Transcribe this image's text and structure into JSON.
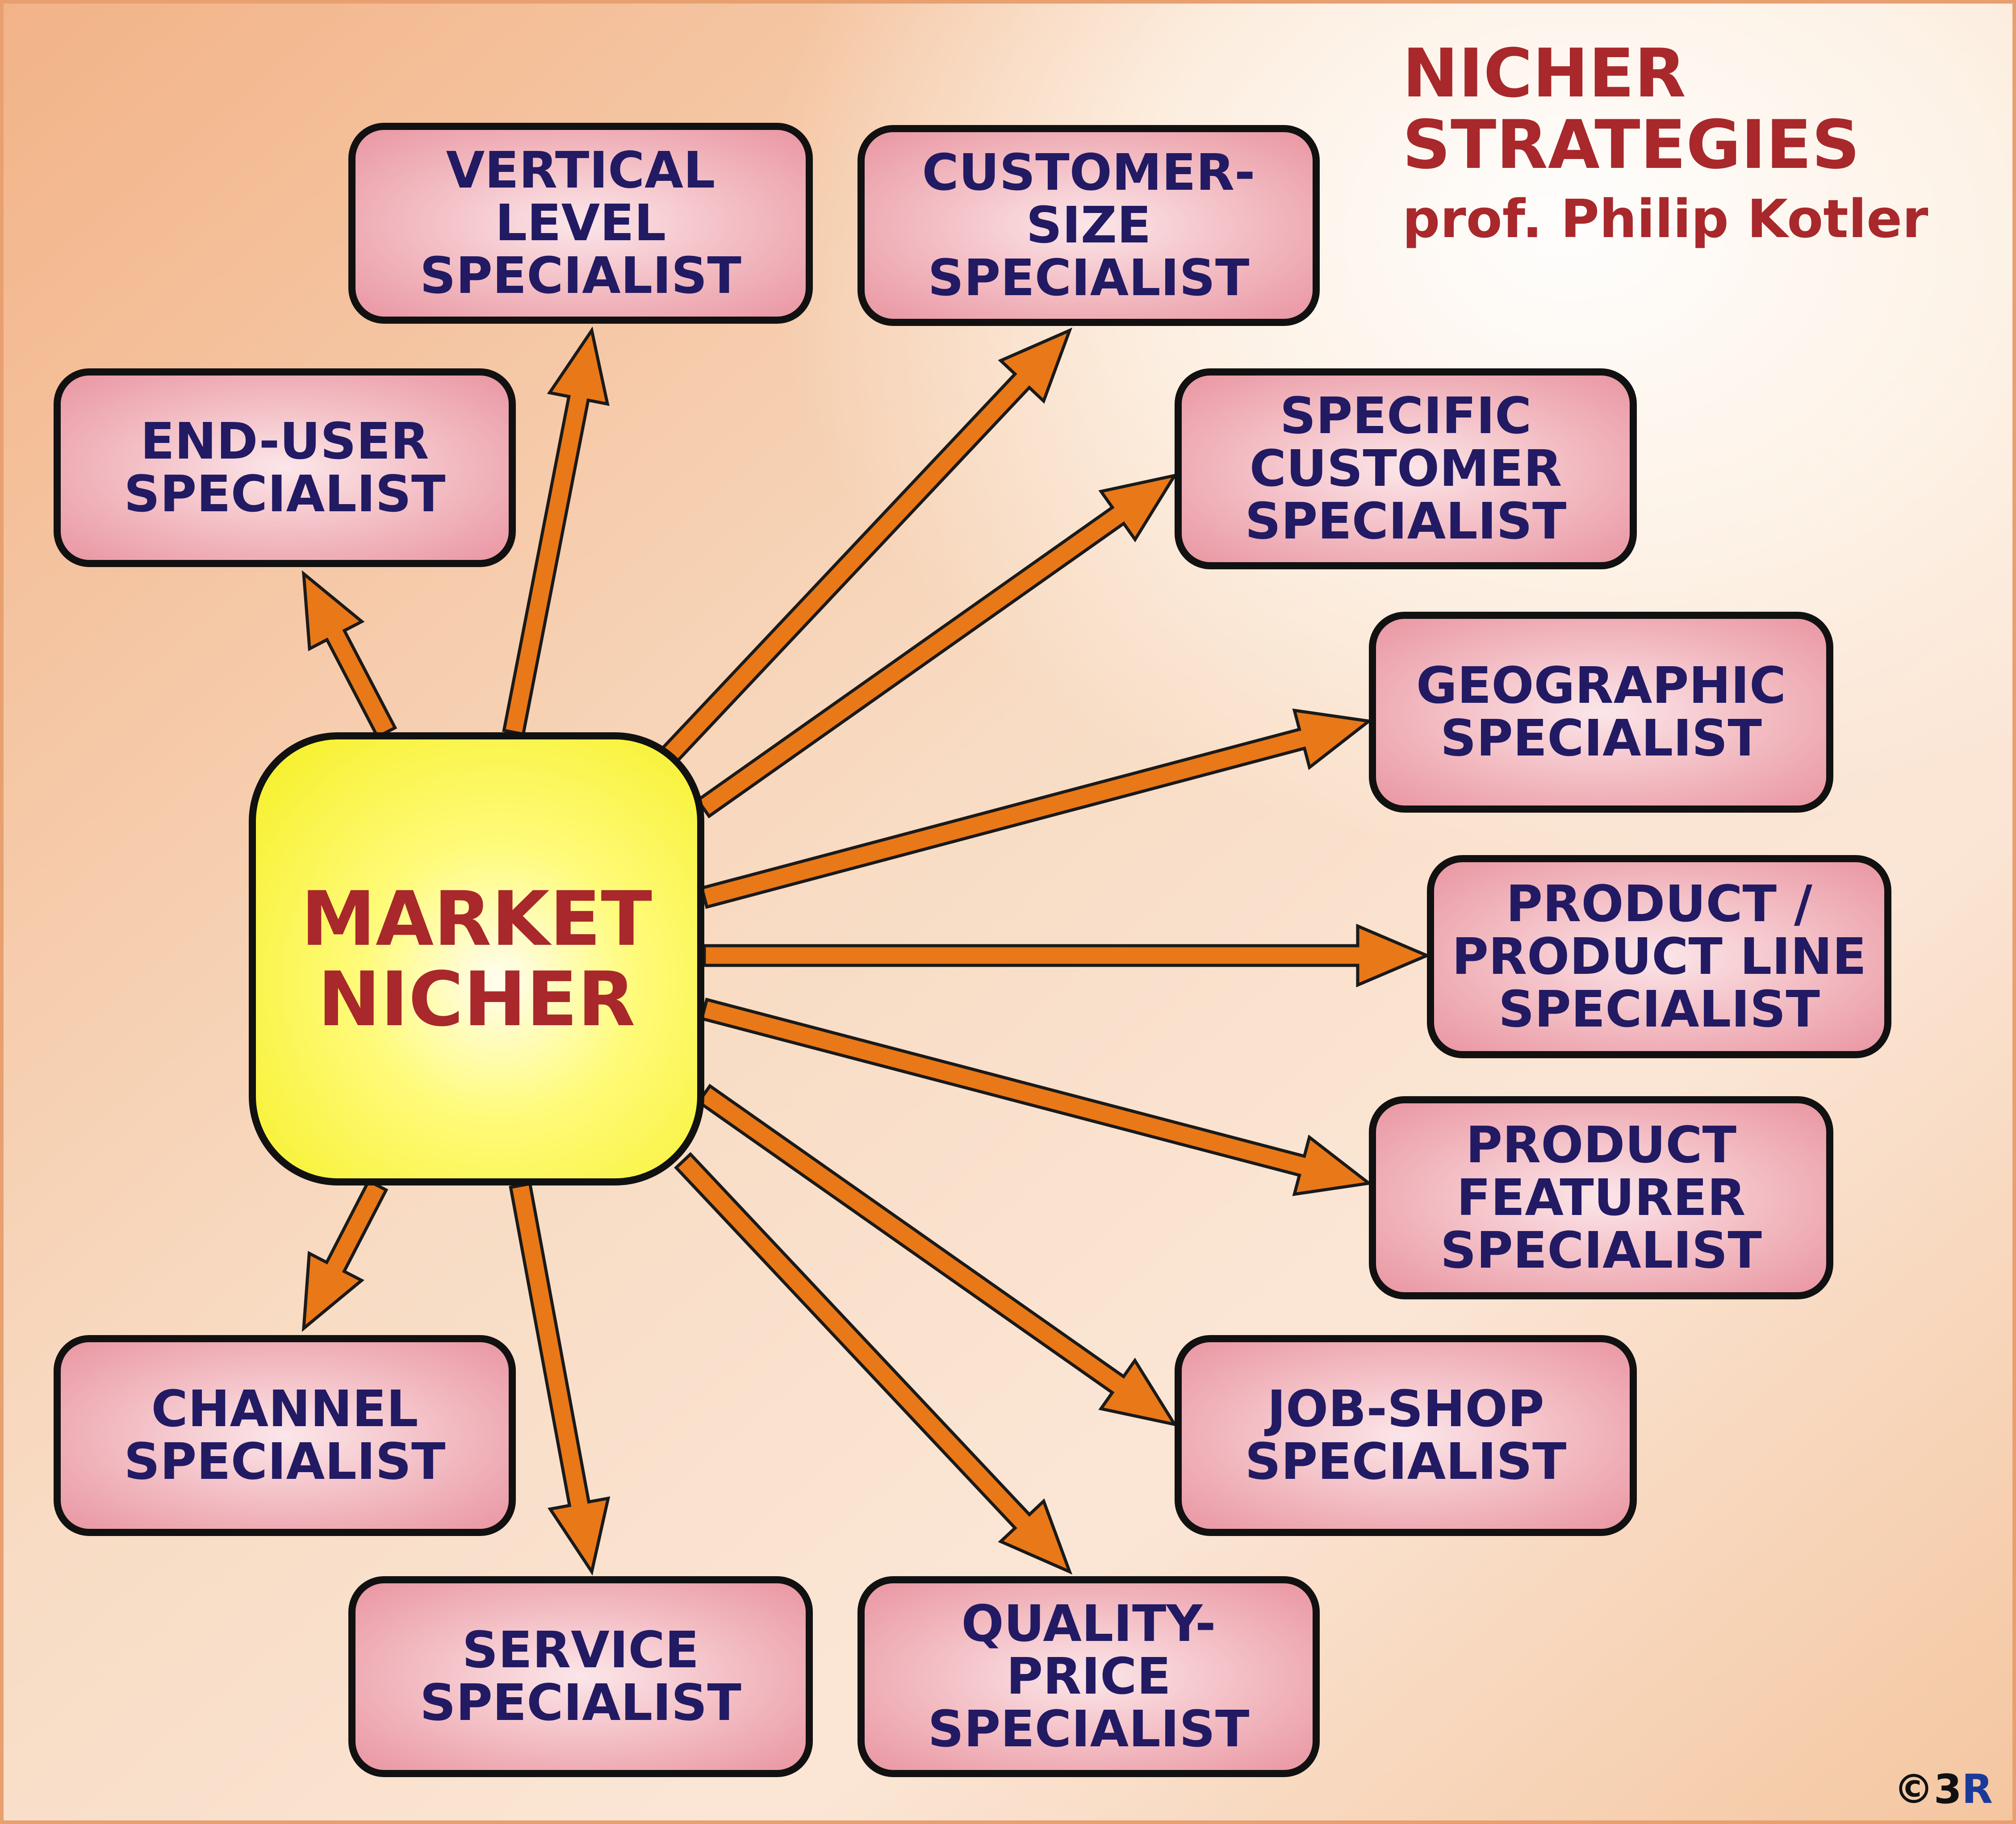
{
  "title": {
    "line1": "NICHER",
    "line2": "STRATEGIES",
    "subtitle": "prof. Philip Kotler"
  },
  "center": {
    "line1": "MARKET",
    "line2": "NICHER"
  },
  "specialists": [
    {
      "id": "end-user",
      "lines": [
        "END-USER",
        "SPECIALIST"
      ]
    },
    {
      "id": "vertical-level",
      "lines": [
        "VERTICAL",
        "LEVEL",
        "SPECIALIST"
      ]
    },
    {
      "id": "customer-size",
      "lines": [
        "CUSTOMER-",
        "SIZE",
        "SPECIALIST"
      ]
    },
    {
      "id": "specific-customer",
      "lines": [
        "SPECIFIC",
        "CUSTOMER",
        "SPECIALIST"
      ]
    },
    {
      "id": "geographic",
      "lines": [
        "GEOGRAPHIC",
        "SPECIALIST"
      ]
    },
    {
      "id": "product-line",
      "lines": [
        "PRODUCT /",
        "PRODUCT LINE",
        "SPECIALIST"
      ]
    },
    {
      "id": "product-featurer",
      "lines": [
        "PRODUCT",
        "FEATURER",
        "SPECIALIST"
      ]
    },
    {
      "id": "job-shop",
      "lines": [
        "JOB-SHOP",
        "SPECIALIST"
      ]
    },
    {
      "id": "quality-price",
      "lines": [
        "QUALITY-",
        "PRICE",
        "SPECIALIST"
      ]
    },
    {
      "id": "service",
      "lines": [
        "SERVICE",
        "SPECIALIST"
      ]
    },
    {
      "id": "channel",
      "lines": [
        "CHANNEL",
        "SPECIALIST"
      ]
    }
  ],
  "copyright": {
    "symbol": "©",
    "mark_a": "3",
    "mark_b": "R"
  },
  "colors": {
    "arrow": "#e97818",
    "title": "#a8282b",
    "box_text": "#221a63",
    "center_fill": "#f5ef24"
  }
}
